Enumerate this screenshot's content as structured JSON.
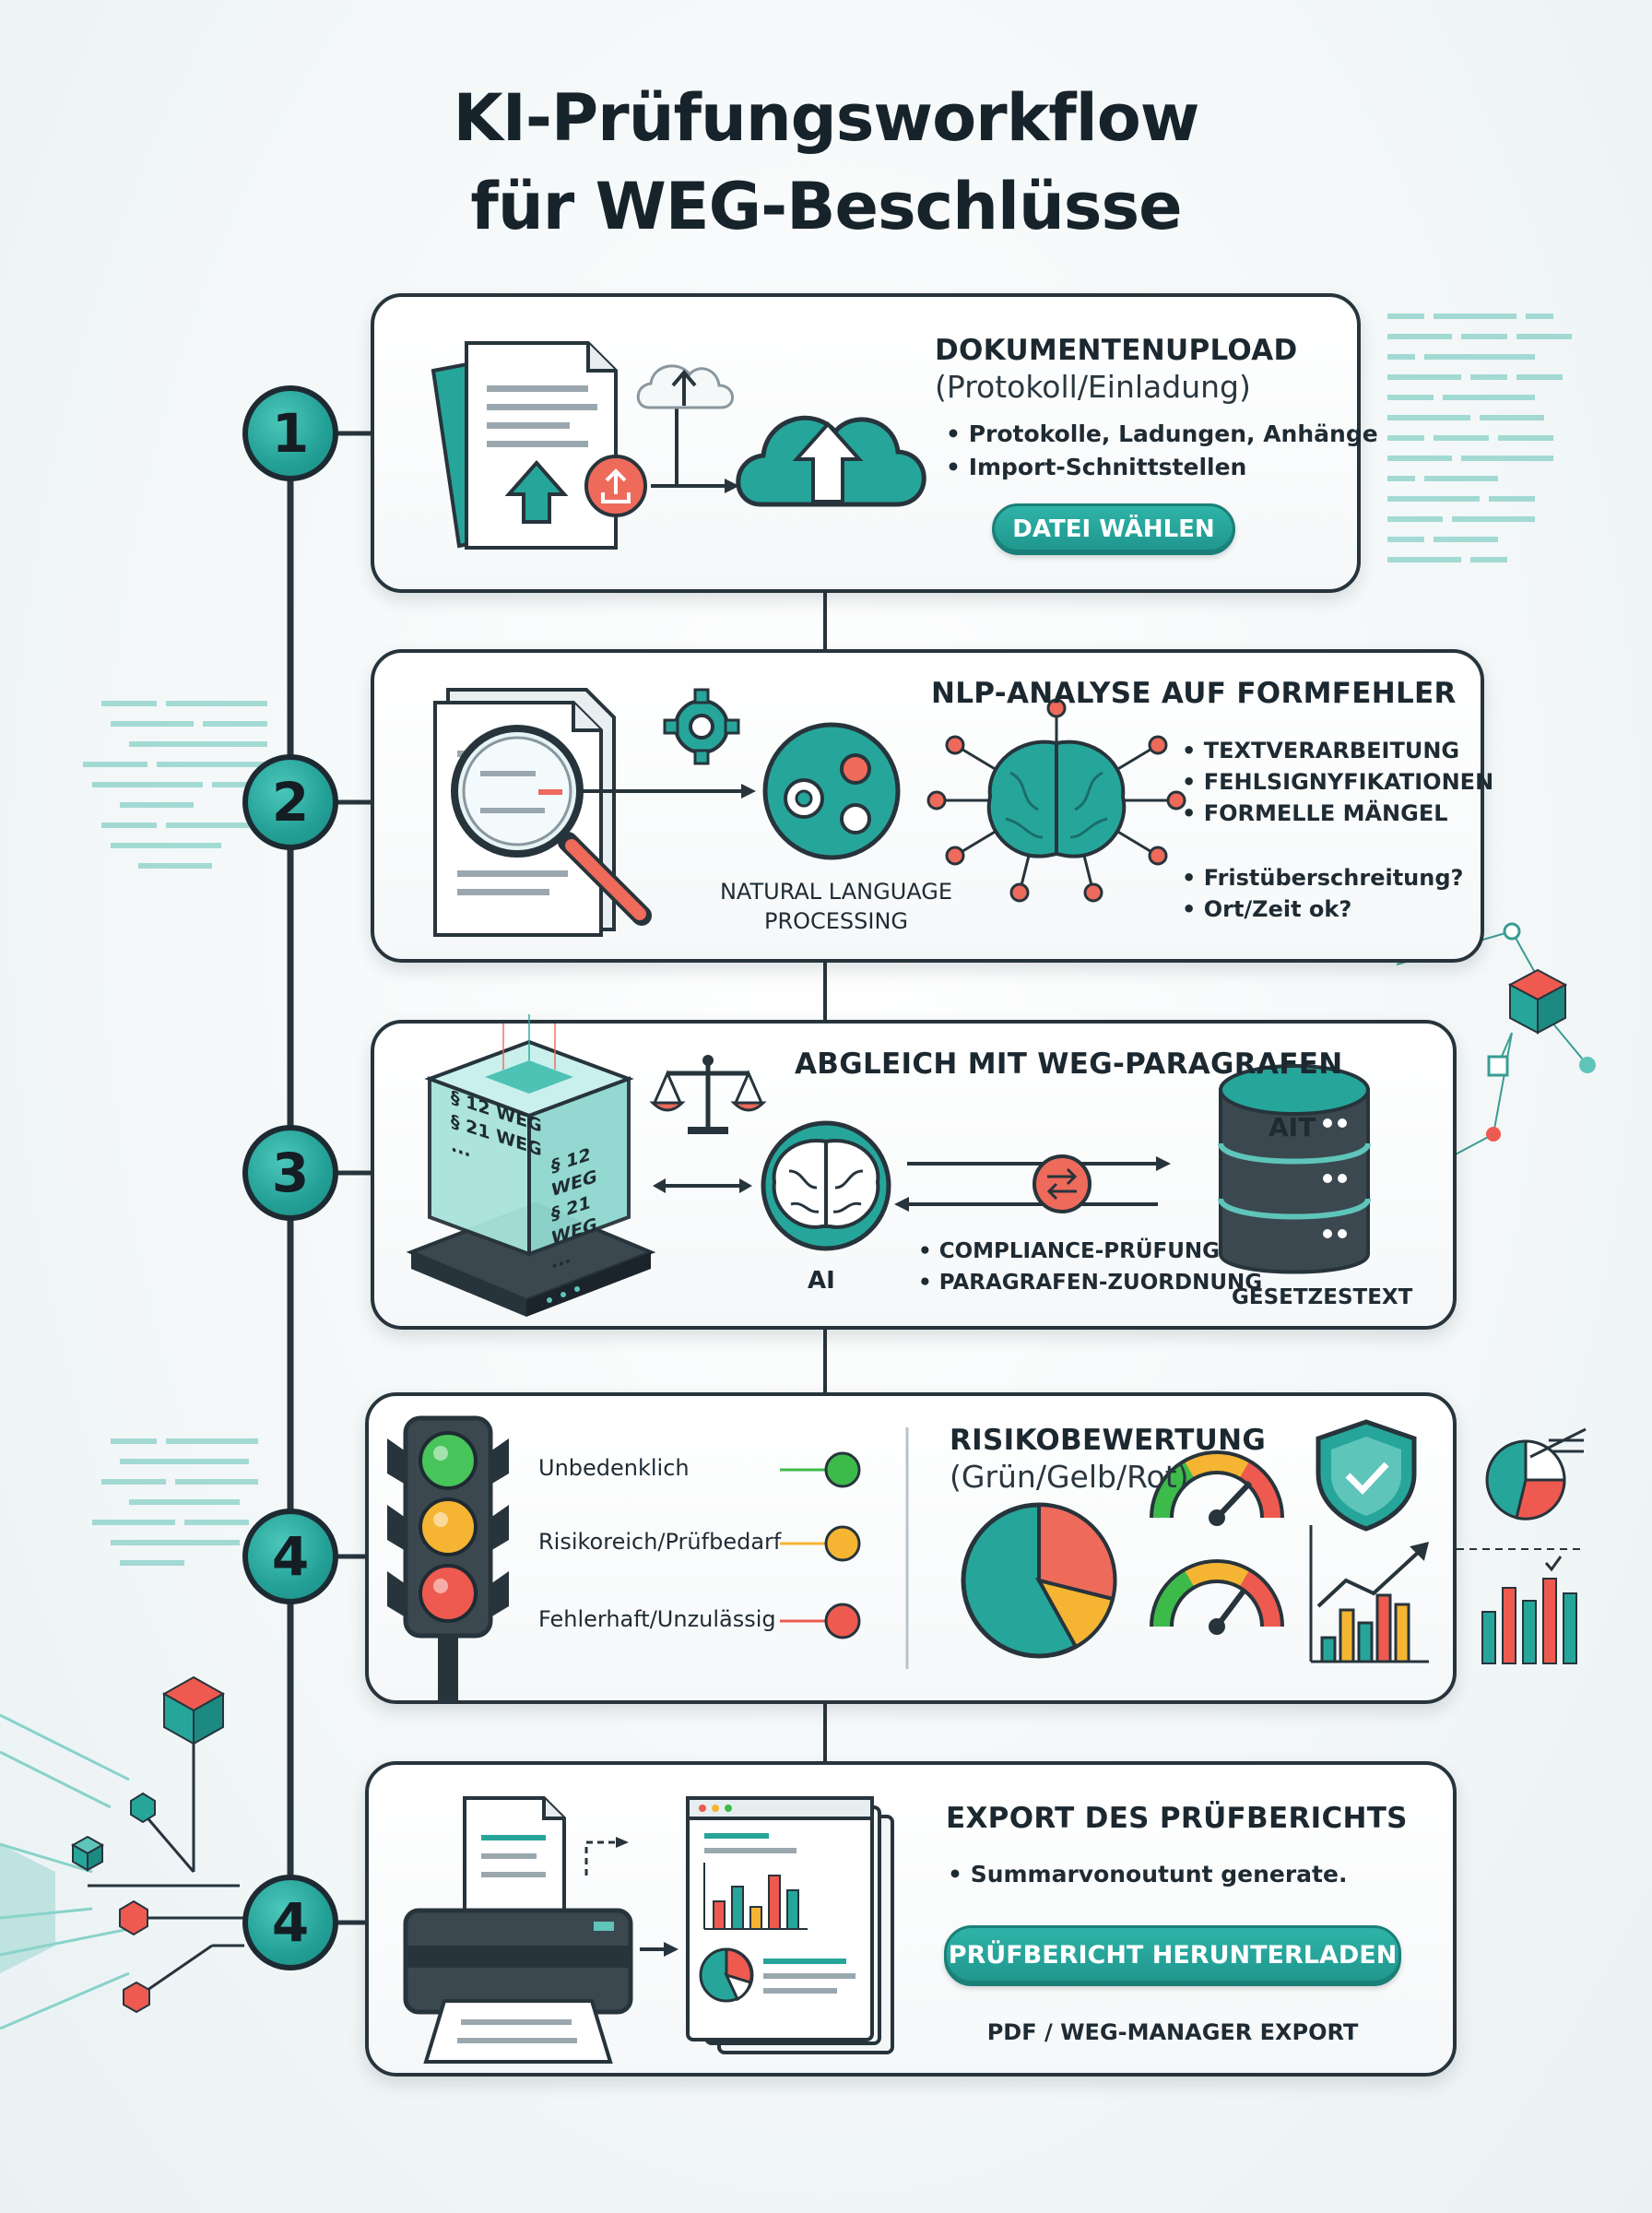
{
  "title": {
    "line1": "KI-Prüfungsworkflow",
    "line2": "für WEG-Beschlüsse"
  },
  "steps": [
    {
      "number": "1",
      "heading": "DOKUMENTENUPLOAD",
      "subtitle": "(Protokoll/Einladung)",
      "bullets": [
        "Protokolle, Ladungen, Anhänge",
        "Import-Schnittstellen"
      ],
      "button": "DATEI WÄHLEN"
    },
    {
      "number": "2",
      "heading": "NLP-ANALYSE AUF FORMFEHLER",
      "caption_line1": "NATURAL LANGUAGE",
      "caption_line2": "PROCESSING",
      "bullets": [
        "TEXTVERARBEITUNG",
        "FEHLSIGNYFIKATIONEN",
        "FORMELLE MÄNGEL"
      ],
      "questions": [
        "Fristüberschreitung?",
        "Ort/Zeit ok?"
      ]
    },
    {
      "number": "3",
      "heading": "ABGLEICH MIT WEG-PARAGRAFEN",
      "cube_lines": [
        "§ 12 WEG",
        "§ 21 WEG",
        "..."
      ],
      "ai_label": "AI",
      "db_label": "AIT",
      "db_caption": "GESETZESTEXT",
      "bullets": [
        "COMPLIANCE-PRÜFUNG",
        "PARAGRAFEN-ZUORDNUNG"
      ]
    },
    {
      "number": "4",
      "heading": "RISIKOBEWERTUNG",
      "subtitle": "(Grün/Gelb/Rot)",
      "levels": [
        {
          "label": "Unbedenklich",
          "color": "#3dbb4a"
        },
        {
          "label": "Risikoreich/Prüfbedarf",
          "color": "#f5b533"
        },
        {
          "label": "Fehlerhaft/Unzulässig",
          "color": "#ee5a4f"
        }
      ]
    },
    {
      "number": "4",
      "heading": "EXPORT DES PRÜFBERICHTS",
      "bullets": [
        "Summarvonoutunt generate."
      ],
      "button": "PRÜFBERICHT HERUNTERLADEN",
      "footer": "PDF / WEG-MANAGER EXPORT"
    }
  ],
  "colors": {
    "teal": "#26a69a",
    "dark": "#27343c",
    "red": "#ee5a4f",
    "yellow": "#f5b533",
    "green": "#3dbb4a"
  }
}
